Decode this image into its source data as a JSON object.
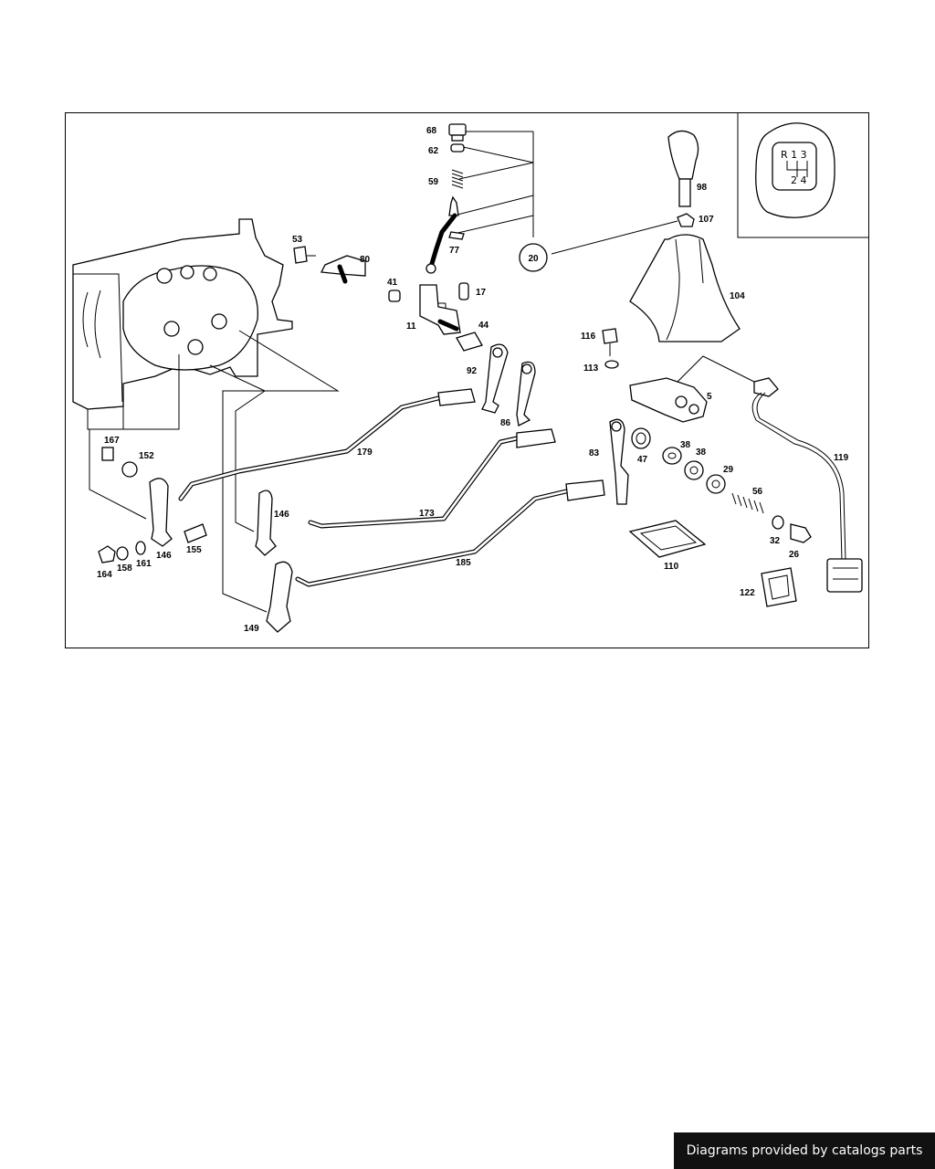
{
  "callouts": [
    {
      "id": "68",
      "text": "68"
    },
    {
      "id": "62",
      "text": "62"
    },
    {
      "id": "59",
      "text": "59"
    },
    {
      "id": "77",
      "text": "77"
    },
    {
      "id": "53",
      "text": "53"
    },
    {
      "id": "80",
      "text": "80"
    },
    {
      "id": "41",
      "text": "41"
    },
    {
      "id": "17",
      "text": "17"
    },
    {
      "id": "11",
      "text": "11"
    },
    {
      "id": "44",
      "text": "44"
    },
    {
      "id": "98",
      "text": "98"
    },
    {
      "id": "107",
      "text": "107"
    },
    {
      "id": "104",
      "text": "104"
    },
    {
      "id": "116",
      "text": "116"
    },
    {
      "id": "113",
      "text": "113"
    },
    {
      "id": "5",
      "text": "5"
    },
    {
      "id": "92",
      "text": "92"
    },
    {
      "id": "86",
      "text": "86"
    },
    {
      "id": "179",
      "text": "179"
    },
    {
      "id": "173",
      "text": "173"
    },
    {
      "id": "185",
      "text": "185"
    },
    {
      "id": "83",
      "text": "83"
    },
    {
      "id": "47",
      "text": "47"
    },
    {
      "id": "38a",
      "text": "38"
    },
    {
      "id": "38b",
      "text": "38"
    },
    {
      "id": "29",
      "text": "29"
    },
    {
      "id": "56",
      "text": "56"
    },
    {
      "id": "32",
      "text": "32"
    },
    {
      "id": "26",
      "text": "26"
    },
    {
      "id": "119",
      "text": "119"
    },
    {
      "id": "110",
      "text": "110"
    },
    {
      "id": "122",
      "text": "122"
    },
    {
      "id": "167",
      "text": "167"
    },
    {
      "id": "152",
      "text": "152"
    },
    {
      "id": "146a",
      "text": "146"
    },
    {
      "id": "146b",
      "text": "146"
    },
    {
      "id": "155",
      "text": "155"
    },
    {
      "id": "164",
      "text": "164"
    },
    {
      "id": "158",
      "text": "158"
    },
    {
      "id": "161",
      "text": "161"
    },
    {
      "id": "149",
      "text": "149"
    }
  ],
  "group_marker": "20",
  "gate_pattern": {
    "top_row": "R 1 3",
    "bottom_row": "2 4"
  },
  "footer": "Diagrams provided by catalogs parts"
}
